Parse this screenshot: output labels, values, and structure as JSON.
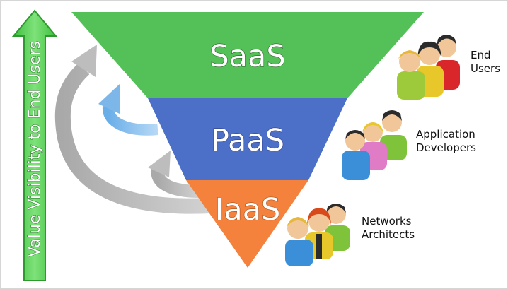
{
  "diagram": {
    "layers": [
      {
        "label": "SaaS",
        "color": "#53c058"
      },
      {
        "label": "PaaS",
        "color": "#4c70c8"
      },
      {
        "label": "IaaS",
        "color": "#f4823c"
      }
    ],
    "axis_label": "Value Visibility to End Users",
    "axis_color": "#5fd35a",
    "groups": [
      {
        "line1": "End",
        "line2": "Users"
      },
      {
        "line1": "Application",
        "line2": "Developers"
      },
      {
        "line1": "Networks",
        "line2": "Architects"
      }
    ]
  }
}
